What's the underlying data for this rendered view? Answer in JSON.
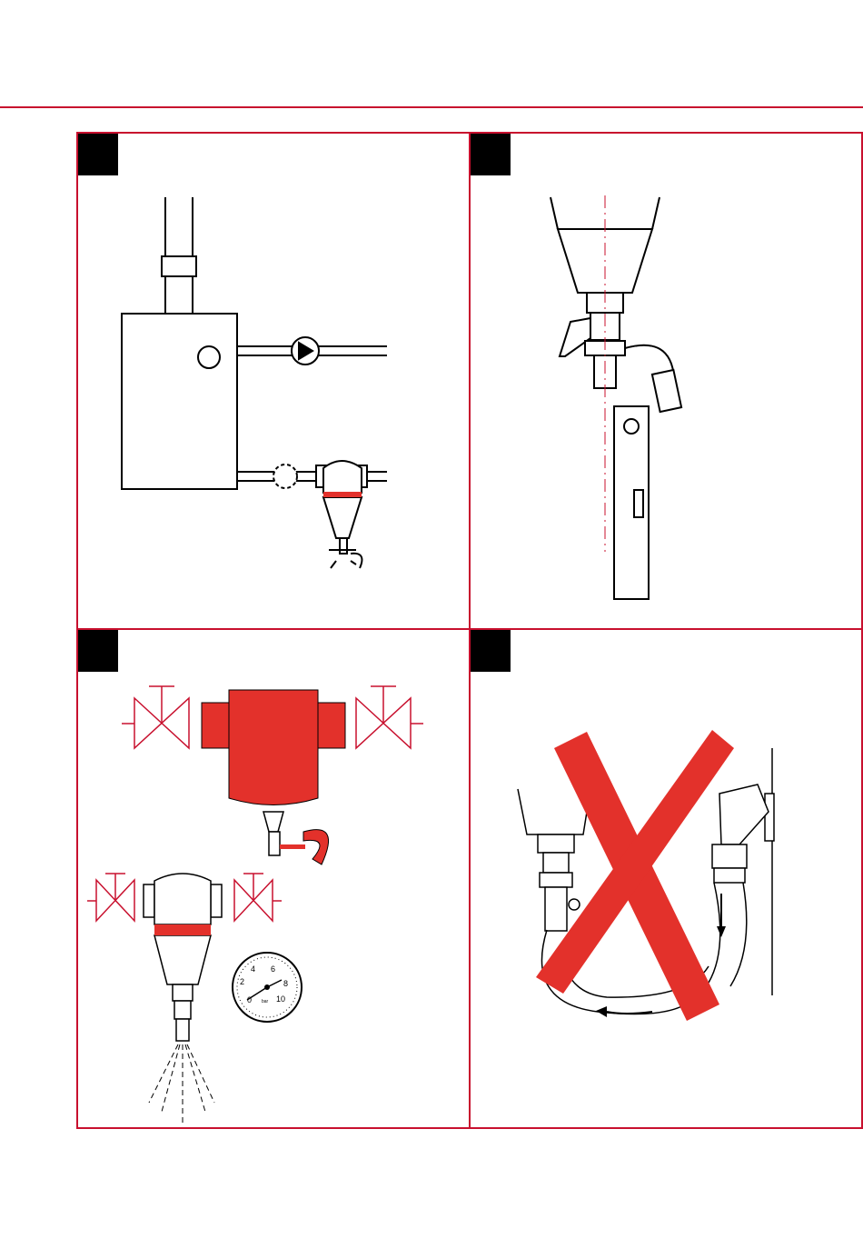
{
  "colors": {
    "accent": "#c8102e",
    "fill_red": "#e3312b",
    "ink": "#000000"
  },
  "panels": [
    {
      "id": 1,
      "content": "installation-overview"
    },
    {
      "id": 2,
      "content": "vertical-alignment-with-level"
    },
    {
      "id": 3,
      "content": "drain-valve-and-pressure-check"
    },
    {
      "id": 4,
      "content": "incorrect-hose-routing"
    }
  ],
  "gauge": {
    "ticks": [
      "0",
      "2",
      "4",
      "6",
      "8",
      "10"
    ],
    "unit": "bar"
  }
}
